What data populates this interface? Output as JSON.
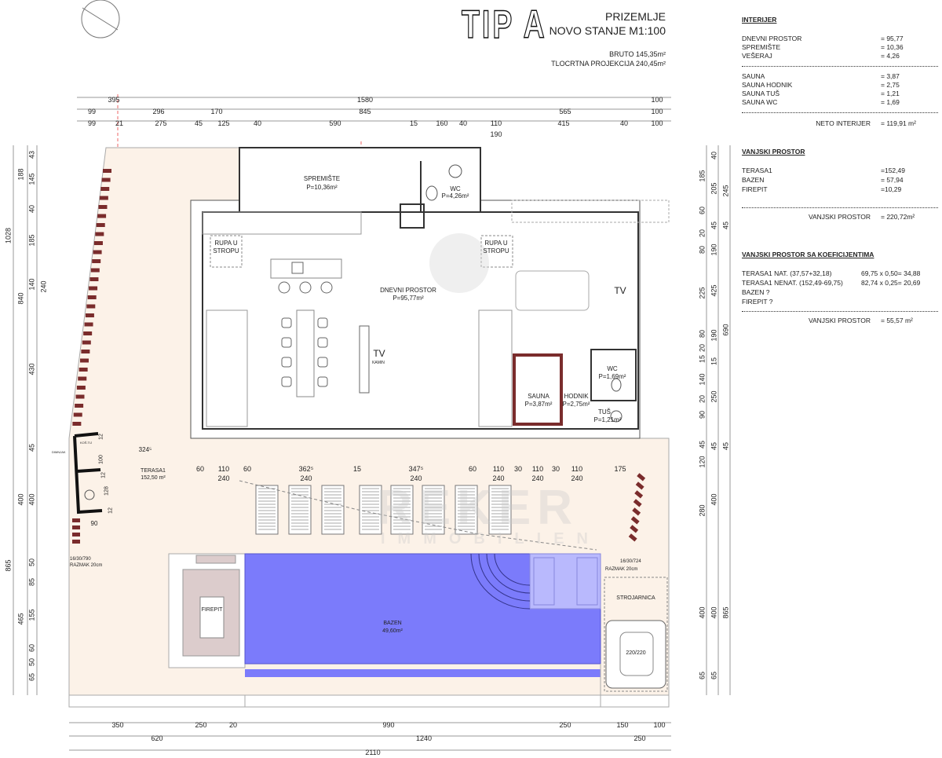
{
  "title": {
    "type": "TIP A",
    "floor": "PRIZEMLJE",
    "state": "NOVO STANJE M1:100",
    "bruto": "BRUTO 145,35m²",
    "projekcija": "TLOCRTNA PROJEKCIJA 240,45m²"
  },
  "interijer": {
    "heading": "INTERIJER",
    "rows": [
      {
        "label": "DNEVNI PROSTOR",
        "value": "= 95,77"
      },
      {
        "label": "SPREMIŠTE",
        "value": "= 10,36"
      },
      {
        "label": "VEŠERAJ",
        "value": "= 4,26"
      },
      {
        "label": "SAUNA",
        "value": "= 3,87"
      },
      {
        "label": "SAUNA HODNIK",
        "value": "= 2,75"
      },
      {
        "label": "SAUNA TUŠ",
        "value": "= 1,21"
      },
      {
        "label": "SAUNA WC",
        "value": "= 1,69"
      }
    ],
    "total_label": "NETO INTERIJER",
    "total_value": "= 119,91 m²"
  },
  "vanjski": {
    "heading": "VANJSKI PROSTOR",
    "rows": [
      {
        "label": "TERASA1",
        "value": "=152,49"
      },
      {
        "label": "BAZEN",
        "value": "= 57,94"
      },
      {
        "label": "FIREPIT",
        "value": "=10,29"
      }
    ],
    "total_label": "VANJSKI PROSTOR",
    "total_value": "= 220,72m²"
  },
  "koef": {
    "heading": "VANJSKI PROSTOR SA KOEFICIJENTIMA",
    "rows": [
      {
        "label": "TERASA1 NAT. (37,57+32,18)",
        "value": "69,75 x 0,50= 34,88"
      },
      {
        "label": "TERASA1 NENAT. (152,49-69,75)",
        "value": "82,74 x 0,25= 20,69"
      },
      {
        "label": "BAZEN ?",
        "value": ""
      },
      {
        "label": "FIREPIT ?",
        "value": ""
      }
    ],
    "total_label": "VANJSKI PROSTOR",
    "total_value": "= 55,57 m²"
  },
  "rooms": {
    "spremiste": "SPREMIŠTE",
    "spremiste_area": "P=10,36m²",
    "wc1": "WC",
    "wc1_area": "P=4,26m²",
    "rupa": "RUPA U",
    "stropu": "STROPU",
    "dnevni": "DNEVNI PROSTOR",
    "dnevni_area": "P=95,77m²",
    "tv": "TV",
    "kamin": "KAMIN",
    "sauna": "SAUNA",
    "sauna_area": "P=3,87m²",
    "hodnik": "HODNIK",
    "hodnik_area": "P=2,75m²",
    "wc2": "WC",
    "wc2_area": "P=1,69m²",
    "tus": "TUŠ",
    "tus_area": "P=1,21m²",
    "terasa": "TERASA1",
    "terasa_area": "152,50 m²",
    "dimnjak": "DIMNJAK",
    "kostilj": "KOŠ.TIJ",
    "stairs_left": "16/30/790",
    "stairs_right": "16/30/724",
    "razmak": "RAZMAK 20cm",
    "firepit": "FIREPIT",
    "bazen": "BAZEN",
    "bazen_area": "49,60m²",
    "strojarnica": "STROJARNICA",
    "jacuzzi": "220/220",
    "d324": "324⁵",
    "d90": "90"
  },
  "dims": {
    "top": [
      "395",
      "1580",
      "100",
      "99",
      "296",
      "170",
      "845",
      "565",
      "100",
      "99",
      "21",
      "275",
      "45",
      "125",
      "40",
      "590",
      "15",
      "160",
      "40",
      "110",
      "415",
      "40",
      "100",
      "190"
    ],
    "bottom": [
      "350",
      "250",
      "20",
      "990",
      "250",
      "150",
      "100",
      "620",
      "1240",
      "250",
      "2110"
    ],
    "left": [
      "1028",
      "865",
      "188",
      "840",
      "400",
      "465",
      "43",
      "145",
      "40",
      "185",
      "140",
      "430",
      "45",
      "400",
      "50",
      "85",
      "155",
      "60",
      "50",
      "65",
      "240"
    ],
    "right": [
      "185",
      "60",
      "20",
      "80",
      "225",
      "80",
      "20",
      "15",
      "140",
      "20",
      "90",
      "45",
      "120",
      "280",
      "400",
      "65",
      "40",
      "205",
      "45",
      "190",
      "425",
      "190",
      "15",
      "250",
      "45",
      "400",
      "400",
      "65",
      "245",
      "45",
      "690",
      "45",
      "865"
    ],
    "terrace": [
      "60",
      "110",
      "240",
      "60",
      "362⁵",
      "240",
      "15",
      "347⁵",
      "240",
      "60",
      "110",
      "240",
      "30",
      "110",
      "240",
      "30",
      "110",
      "240",
      "175"
    ],
    "terrace_left": [
      "12",
      "100",
      "12",
      "128",
      "12"
    ]
  },
  "watermark": {
    "brand": "REKER",
    "sub": "IMMOBILIEN"
  },
  "colors": {
    "terrace": "#fcf2e8",
    "pool": "#7b7bfb",
    "pool_light": "#b9b9fd",
    "hatch": "#7a2c2c",
    "firepit": "#dccccc"
  }
}
